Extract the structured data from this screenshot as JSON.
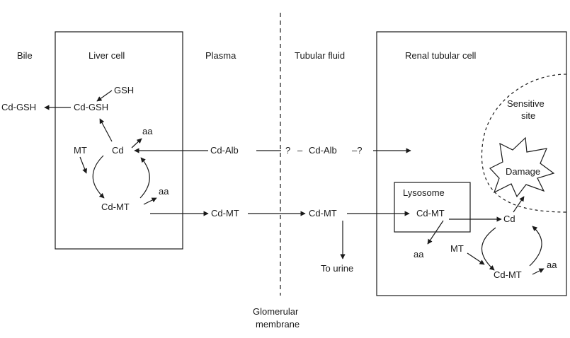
{
  "regions": {
    "bile": "Bile",
    "liver_cell": "Liver cell",
    "plasma": "Plasma",
    "tubular_fluid": "Tubular fluid",
    "renal_tubular_cell": "Renal tubular cell",
    "glomerular_line1": "Glomerular",
    "glomerular_line2": "membrane"
  },
  "liver": {
    "gsh": "GSH",
    "cd_gsh": "Cd-GSH",
    "cd_gsh_bile": "Cd-GSH",
    "cd": "Cd",
    "aa_top": "aa",
    "mt": "MT",
    "aa_bottom": "aa",
    "cd_mt": "Cd-MT"
  },
  "plasma": {
    "cd_alb": "Cd-Alb",
    "cd_mt": "Cd-MT"
  },
  "tubular": {
    "q1": "?",
    "dash1": "–",
    "cd_alb": "Cd-Alb",
    "q2": "–?",
    "cd_mt": "Cd-MT",
    "to_urine": "To urine"
  },
  "renal": {
    "sensitive_line1": "Sensitive",
    "sensitive_line2": "site",
    "damage": "Damage",
    "lysosome": "Lysosome",
    "lyso_cd_mt": "Cd-MT",
    "aa_lyso": "aa",
    "cd": "Cd",
    "mt": "MT",
    "cd_mt": "Cd-MT",
    "aa_cycle": "aa"
  }
}
